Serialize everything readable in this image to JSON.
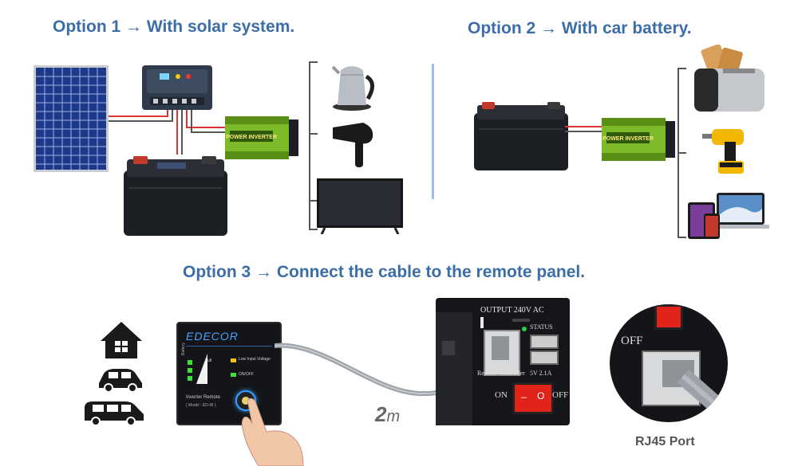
{
  "option1": {
    "title": "Option 1 → With solar system."
  },
  "option2": {
    "title": "Option 2 → With car battery."
  },
  "option3": {
    "title": "Option 3 → Connect the cable to the remote panel."
  },
  "inverter": {
    "label": "POWER INVERTER"
  },
  "remote_panel": {
    "brand": "EDECOR",
    "status_1": "Low Input Voltage",
    "status_2": "ON/OFF",
    "battery_label": "Battery",
    "full_label": "Full",
    "model_title": "Inverter Remote",
    "model_code": "( Model : ED-RI )"
  },
  "cable": {
    "length_value": "2",
    "length_unit": "m"
  },
  "output_panel": {
    "output_label": "OUTPUT  240V  AC",
    "status_label": "STATUS",
    "usb_label": "5V  2.1A",
    "remote_label": "Remote Controller",
    "on_label": "ON",
    "off_label": "OFF",
    "switch_on": "–",
    "switch_off": "O"
  },
  "port_zoom": {
    "off_label": "OFF",
    "caption": "RJ45 Port"
  },
  "colors": {
    "title": "#3b6ea8",
    "divider": "#9cc3e6",
    "switch": "#e2231a",
    "inverter": "#7dba2a"
  }
}
